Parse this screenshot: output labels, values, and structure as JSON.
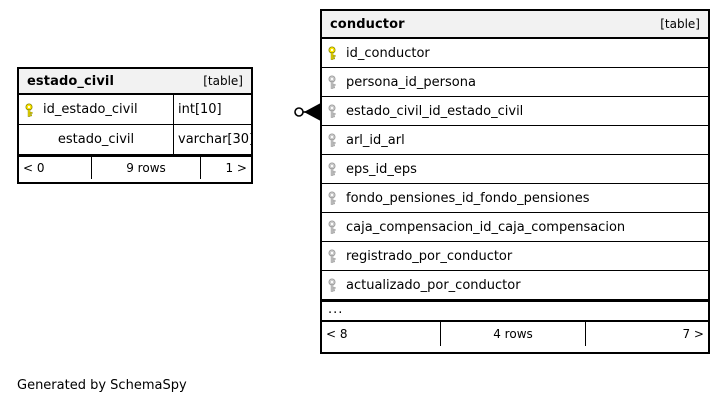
{
  "diagram": {
    "type": "entity-relationship-diagram",
    "generator_note": "Generated by SchemaSpy",
    "relationship": {
      "from_table": "estado_civil",
      "from_column": "id_estado_civil",
      "to_table": "conductor",
      "to_column": "estado_civil_id_estado_civil",
      "notation": "crows-foot",
      "source_cardinality": "zero-or-one",
      "target_cardinality": "many"
    }
  },
  "tables": [
    {
      "id": "estado_civil",
      "name": "estado_civil",
      "tag": "[table]",
      "columns": [
        {
          "key": "primary",
          "key_icon": "yellow-key-icon",
          "name": "id_estado_civil",
          "type": "int[10]",
          "align": "left"
        },
        {
          "key": "none",
          "key_icon": "",
          "name": "estado_civil",
          "type": "varchar[30]",
          "align": "center"
        }
      ],
      "truncated": false,
      "footer": {
        "left": "< 0",
        "middle": "9 rows",
        "right": "1 >"
      }
    },
    {
      "id": "conductor",
      "name": "conductor",
      "tag": "[table]",
      "columns": [
        {
          "key": "primary",
          "key_icon": "yellow-key-icon",
          "name": "id_conductor",
          "type": "",
          "align": "left"
        },
        {
          "key": "foreign",
          "key_icon": "gray-key-icon",
          "name": "persona_id_persona",
          "type": "",
          "align": "left"
        },
        {
          "key": "foreign",
          "key_icon": "gray-key-icon",
          "name": "estado_civil_id_estado_civil",
          "type": "",
          "align": "left"
        },
        {
          "key": "foreign",
          "key_icon": "gray-key-icon",
          "name": "arl_id_arl",
          "type": "",
          "align": "left"
        },
        {
          "key": "foreign",
          "key_icon": "gray-key-icon",
          "name": "eps_id_eps",
          "type": "",
          "align": "left"
        },
        {
          "key": "foreign",
          "key_icon": "gray-key-icon",
          "name": "fondo_pensiones_id_fondo_pensiones",
          "type": "",
          "align": "left"
        },
        {
          "key": "foreign",
          "key_icon": "gray-key-icon",
          "name": "caja_compensacion_id_caja_compensacion",
          "type": "",
          "align": "left"
        },
        {
          "key": "foreign",
          "key_icon": "gray-key-icon",
          "name": "registrado_por_conductor",
          "type": "",
          "align": "left"
        },
        {
          "key": "foreign",
          "key_icon": "gray-key-icon",
          "name": "actualizado_por_conductor",
          "type": "",
          "align": "left"
        }
      ],
      "truncated": true,
      "truncation_marker": "...",
      "footer": {
        "left": "< 8",
        "middle": "4 rows",
        "right": "7 >"
      }
    }
  ],
  "colors": {
    "background": "#ffffff",
    "border": "#000000",
    "header_fill": "#f2f2f2",
    "primary_key": "#ffff00",
    "foreign_key": "#b3b3b3",
    "text": "#000000"
  }
}
